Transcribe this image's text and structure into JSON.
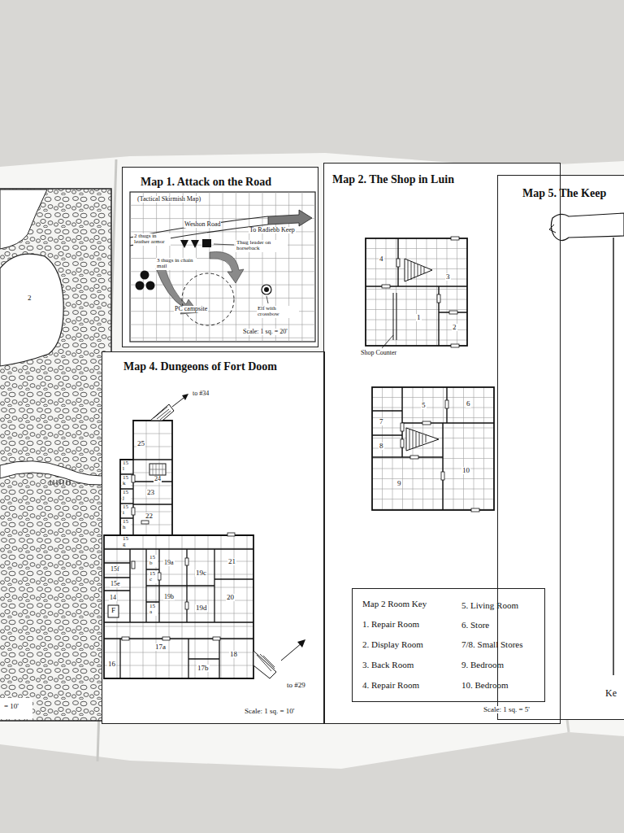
{
  "diagram": {
    "nodes": [
      {
        "text": [
          "Map 1. Attack on the Road"
        ]
      },
      {
        "text": [
          "Map 4. Dungeons of Fort Doom"
        ]
      },
      {
        "text": [
          "Map 2. The Shop in Luin"
        ]
      },
      {
        "text": [
          "Map 2 Room Key",
          "1. Repair Room",
          "2. Display Room",
          "3. Back Room",
          "4. Repair Room",
          "5. Living Room",
          "6. Store",
          "7/8. Small Stores",
          "9. Bedroom",
          "10. Bedroom"
        ],
        "in": 2
      },
      {
        "text": [
          "Map 5. The Keep"
        ]
      }
    ],
    "labels": [
      "2",
      "= 10'",
      "(Tactical Skirmish Map)",
      "Weshon Road",
      "To Radiebb Keep",
      "2 thugs in leather armor",
      "3 thugs in chain mail",
      "Thug leader on horseback",
      "PC campsite",
      "Elf with crossbow",
      "Scale: 1 sq. = 20'",
      "to #34",
      "25",
      "15 l",
      "24",
      "15 k",
      "23",
      "15 j",
      "15 i",
      "22",
      "15 h",
      "15 g",
      "21",
      "15 b",
      "19a",
      "15f",
      "19c",
      "15e",
      "15 c",
      "19b",
      "20",
      "14",
      "F",
      "15 a",
      "19d",
      "17a",
      "18",
      "16",
      "17b",
      "to #29",
      "Scale: 1 sq. = 10'",
      "4",
      "3",
      "1",
      "2",
      "Shop Counter",
      "5",
      "6",
      "7",
      "8",
      "10",
      "9",
      "Scale: 1 sq. = 5'",
      "Ke"
    ]
  }
}
